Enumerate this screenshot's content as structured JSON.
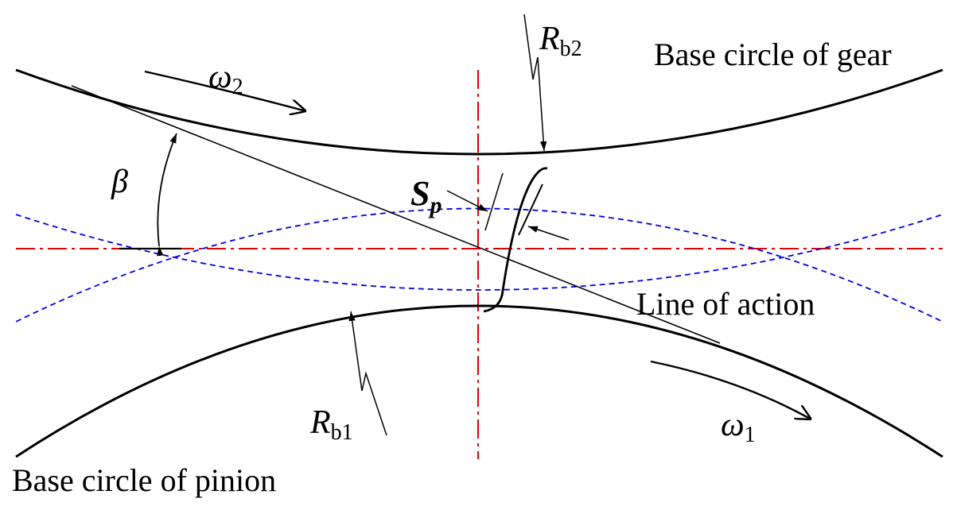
{
  "labels": {
    "base_circle_gear": "Base circle of gear",
    "base_circle_pinion": "Base circle of pinion",
    "line_of_action": "Line of action",
    "omega2_symbol": "ω",
    "omega2_subscript": "2",
    "omega1_symbol": "ω",
    "omega1_subscript": "1",
    "rb2_symbol": "R",
    "rb2_subscript": "b2",
    "rb1_symbol": "R",
    "rb1_subscript": "b1",
    "beta": "β",
    "sp_symbol": "S",
    "sp_subscript": "p"
  },
  "colors": {
    "curve": "#000000",
    "centerline": "#e00000",
    "pitch_circle": "#0000e0",
    "background": "#ffffff"
  }
}
